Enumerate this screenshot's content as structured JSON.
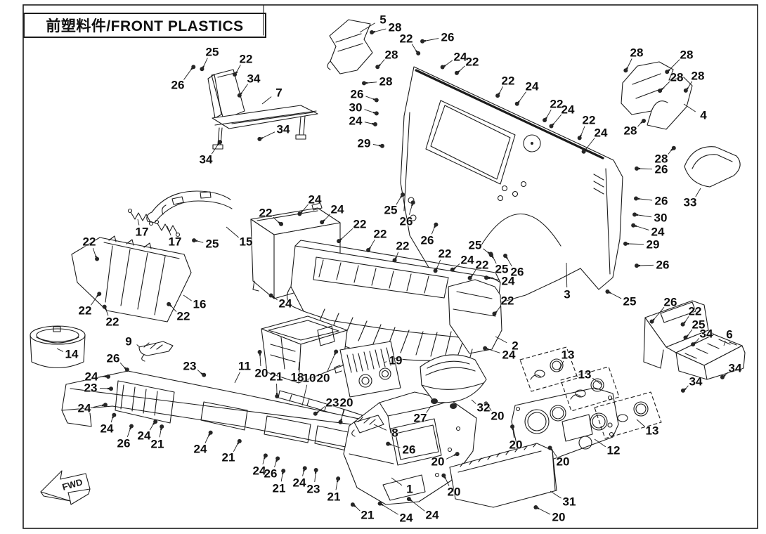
{
  "title": {
    "text": "前塑料件/FRONT PLASTICS"
  },
  "fwd_label": "FWD",
  "colors": {
    "line": "#1b1b1b",
    "background": "#ffffff",
    "label": "#0d0d0d"
  },
  "fastener_numbers": [
    20,
    21,
    22,
    23,
    24,
    25,
    26,
    28,
    29,
    30,
    34
  ],
  "callouts": [
    [
      5,
      545,
      28,
      512,
      46
    ],
    [
      28,
      562,
      39,
      534,
      45
    ],
    [
      26,
      637,
      53,
      606,
      58
    ],
    [
      22,
      578,
      55,
      592,
      72
    ],
    [
      24,
      655,
      81,
      634,
      93
    ],
    [
      22,
      672,
      88,
      654,
      101
    ],
    [
      28,
      557,
      78,
      541,
      92
    ],
    [
      28,
      549,
      116,
      523,
      118
    ],
    [
      26,
      508,
      134,
      531,
      141
    ],
    [
      30,
      506,
      153,
      531,
      160
    ],
    [
      24,
      506,
      172,
      529,
      176
    ],
    [
      29,
      518,
      204,
      539,
      207
    ],
    [
      25,
      302,
      74,
      290,
      94
    ],
    [
      22,
      350,
      84,
      337,
      102
    ],
    [
      26,
      253,
      121,
      272,
      99
    ],
    [
      34,
      361,
      112,
      344,
      132
    ],
    [
      7,
      397,
      132,
      373,
      148
    ],
    [
      34,
      403,
      184,
      374,
      196
    ],
    [
      34,
      293,
      227,
      310,
      206
    ],
    [
      28,
      906,
      75,
      893,
      96
    ],
    [
      28,
      977,
      78,
      953,
      99
    ],
    [
      28,
      963,
      110,
      943,
      126
    ],
    [
      28,
      993,
      108,
      979,
      125
    ],
    [
      4,
      1001,
      164,
      973,
      148
    ],
    [
      28,
      897,
      186,
      912,
      175
    ],
    [
      28,
      941,
      226,
      955,
      214
    ],
    [
      26,
      941,
      241,
      911,
      240
    ],
    [
      26,
      941,
      286,
      910,
      283
    ],
    [
      33,
      982,
      288,
      997,
      268
    ],
    [
      22,
      723,
      115,
      711,
      132
    ],
    [
      24,
      757,
      123,
      739,
      144
    ],
    [
      22,
      792,
      148,
      778,
      167
    ],
    [
      24,
      808,
      156,
      788,
      176
    ],
    [
      22,
      838,
      171,
      827,
      192
    ],
    [
      24,
      855,
      189,
      834,
      212
    ],
    [
      30,
      940,
      310,
      908,
      306
    ],
    [
      24,
      936,
      330,
      906,
      322
    ],
    [
      29,
      929,
      348,
      895,
      347
    ],
    [
      26,
      943,
      377,
      911,
      378
    ],
    [
      25,
      896,
      429,
      869,
      417
    ],
    [
      3,
      807,
      419,
      806,
      374
    ],
    [
      25,
      676,
      349,
      694,
      359
    ],
    [
      26,
      736,
      387,
      722,
      368
    ],
    [
      25,
      714,
      383,
      702,
      367
    ],
    [
      22,
      686,
      377,
      672,
      392
    ],
    [
      24,
      665,
      370,
      648,
      381
    ],
    [
      22,
      633,
      361,
      622,
      381
    ],
    [
      24,
      723,
      400,
      697,
      396
    ],
    [
      22,
      722,
      428,
      707,
      443
    ],
    [
      2,
      733,
      492,
      705,
      479
    ],
    [
      24,
      724,
      505,
      695,
      497
    ],
    [
      24,
      448,
      284,
      430,
      301
    ],
    [
      24,
      480,
      298,
      462,
      313
    ],
    [
      22,
      378,
      303,
      396,
      316
    ],
    [
      22,
      512,
      319,
      486,
      340
    ],
    [
      22,
      541,
      333,
      527,
      352
    ],
    [
      25,
      556,
      299,
      570,
      281
    ],
    [
      26,
      578,
      315,
      586,
      293
    ],
    [
      26,
      608,
      342,
      618,
      324
    ],
    [
      22,
      573,
      350,
      564,
      366
    ],
    [
      15,
      350,
      344,
      322,
      323
    ],
    [
      24,
      406,
      432,
      390,
      423
    ],
    [
      17,
      202,
      330,
      196,
      312
    ],
    [
      17,
      249,
      344,
      238,
      322
    ],
    [
      25,
      302,
      347,
      281,
      343
    ],
    [
      22,
      127,
      344,
      136,
      364
    ],
    [
      22,
      121,
      442,
      138,
      422
    ],
    [
      16,
      284,
      433,
      261,
      420
    ],
    [
      22,
      160,
      458,
      151,
      441
    ],
    [
      22,
      261,
      450,
      244,
      436
    ],
    [
      14,
      102,
      504,
      81,
      496
    ],
    [
      9,
      183,
      486,
      199,
      494
    ],
    [
      26,
      161,
      510,
      177,
      523
    ],
    [
      23,
      270,
      521,
      286,
      531
    ],
    [
      24,
      130,
      536,
      149,
      536
    ],
    [
      23,
      129,
      552,
      153,
      553
    ],
    [
      24,
      120,
      581,
      145,
      577
    ],
    [
      24,
      152,
      610,
      160,
      595
    ],
    [
      26,
      176,
      631,
      185,
      611
    ],
    [
      24,
      205,
      620,
      218,
      604
    ],
    [
      21,
      224,
      632,
      229,
      612
    ],
    [
      24,
      285,
      639,
      297,
      620
    ],
    [
      21,
      325,
      651,
      338,
      632
    ],
    [
      24,
      369,
      670,
      376,
      653
    ],
    [
      26,
      385,
      674,
      393,
      657
    ],
    [
      21,
      397,
      695,
      402,
      675
    ],
    [
      24,
      426,
      687,
      432,
      671
    ],
    [
      23,
      446,
      696,
      449,
      674
    ],
    [
      21,
      475,
      707,
      480,
      686
    ],
    [
      21,
      523,
      733,
      506,
      721
    ],
    [
      24,
      578,
      737,
      545,
      719
    ],
    [
      24,
      615,
      733,
      586,
      713
    ],
    [
      1,
      583,
      696,
      557,
      680
    ],
    [
      26,
      582,
      640,
      557,
      633
    ],
    [
      8,
      562,
      616,
      532,
      604
    ],
    [
      20,
      623,
      657,
      646,
      648
    ],
    [
      20,
      646,
      700,
      634,
      681
    ],
    [
      20,
      734,
      633,
      730,
      612
    ],
    [
      20,
      801,
      657,
      786,
      641
    ],
    [
      20,
      795,
      736,
      767,
      724
    ],
    [
      31,
      810,
      714,
      783,
      699
    ],
    [
      12,
      873,
      641,
      846,
      625
    ],
    [
      13,
      808,
      505,
      795,
      529
    ],
    [
      13,
      832,
      533,
      857,
      548
    ],
    [
      13,
      928,
      613,
      906,
      597
    ],
    [
      20,
      708,
      592,
      695,
      578
    ],
    [
      32,
      688,
      580,
      671,
      569
    ],
    [
      27,
      598,
      595,
      613,
      578
    ],
    [
      19,
      563,
      513,
      546,
      516
    ],
    [
      23,
      473,
      573,
      453,
      586
    ],
    [
      20,
      493,
      573,
      486,
      596
    ],
    [
      20,
      372,
      531,
      370,
      506
    ],
    [
      11,
      348,
      521,
      334,
      545
    ],
    [
      21,
      393,
      536,
      394,
      559
    ],
    [
      18,
      423,
      537,
      426,
      515
    ],
    [
      10,
      440,
      538,
      430,
      577
    ],
    [
      20,
      460,
      538,
      476,
      505
    ],
    [
      26,
      954,
      430,
      931,
      454
    ],
    [
      22,
      989,
      443,
      975,
      458
    ],
    [
      25,
      994,
      462,
      979,
      477
    ],
    [
      34,
      1005,
      475,
      990,
      487
    ],
    [
      6,
      1038,
      476,
      1030,
      492
    ],
    [
      34,
      1046,
      524,
      1032,
      534
    ],
    [
      34,
      990,
      543,
      976,
      553
    ]
  ]
}
